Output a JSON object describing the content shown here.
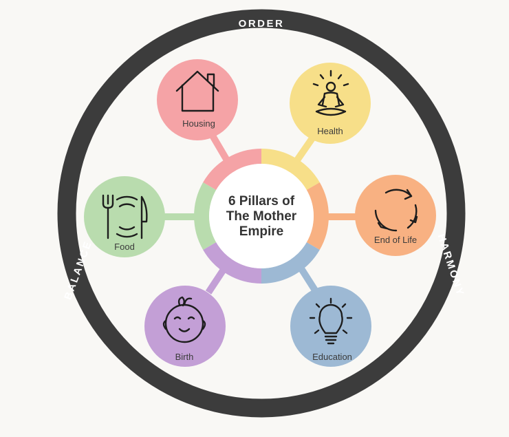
{
  "ring": {
    "top": "ORDER",
    "left": "BALANCE",
    "right": "HARMONY"
  },
  "center": {
    "lines": [
      "6 Pillars of",
      "The Mother",
      "Empire"
    ]
  },
  "pillars": [
    {
      "label": "Housing",
      "icon": "house-icon",
      "color": "#f5a3a6"
    },
    {
      "label": "Health",
      "icon": "meditation-icon",
      "color": "#f7df89"
    },
    {
      "label": "End of Life",
      "icon": "cycle-icon",
      "color": "#f8b182"
    },
    {
      "label": "Education",
      "icon": "lightbulb-icon",
      "color": "#9db9d4"
    },
    {
      "label": "Birth",
      "icon": "baby-face-icon",
      "color": "#c39fd6"
    },
    {
      "label": "Food",
      "icon": "plate-fork-knife-icon",
      "color": "#b9dcae"
    }
  ],
  "colors": {
    "ring": "#3c3c3c",
    "background": "#f9f8f5",
    "center_fill": "#ffffff"
  }
}
